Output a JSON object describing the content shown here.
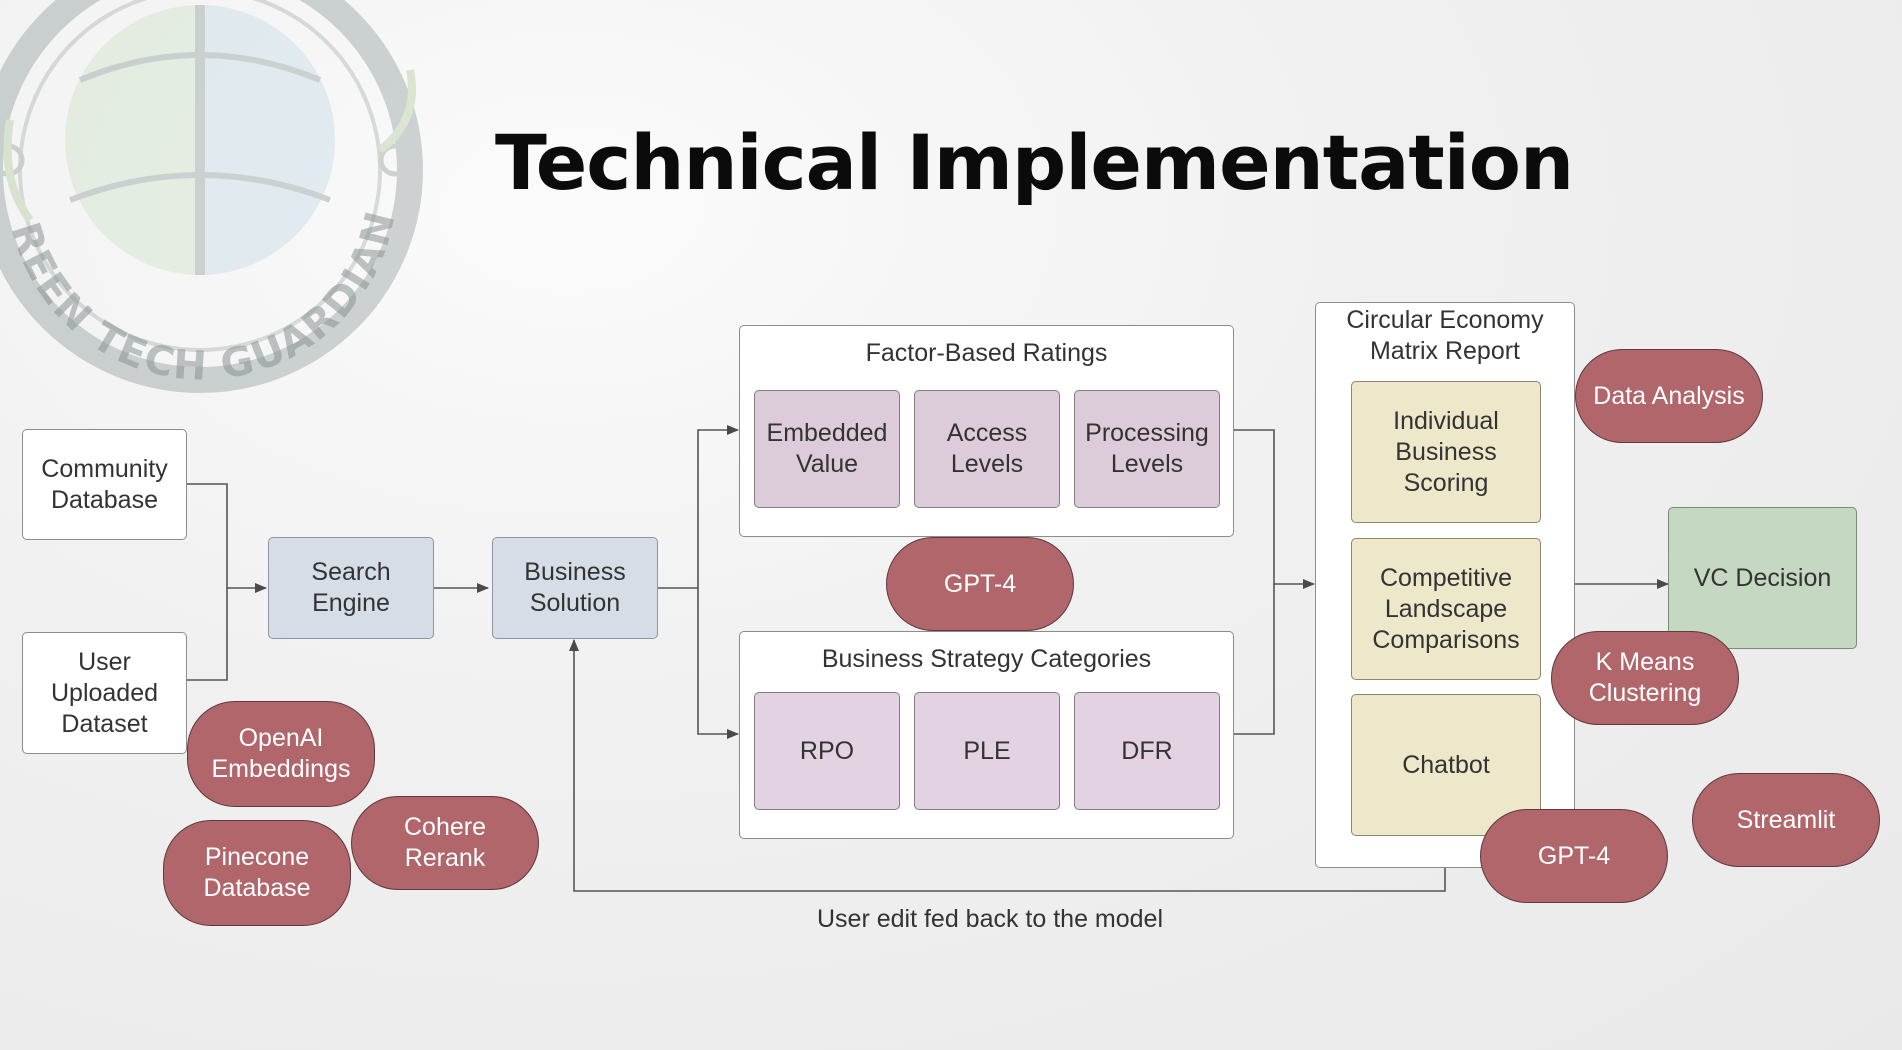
{
  "title": "Technical Implementation",
  "logo": {
    "text": "GREEN TECH GUARDIANS",
    "icon": "globe-leaf-emblem-icon"
  },
  "nodes": {
    "community_db": "Community\nDatabase",
    "user_dataset": "User\nUploaded\nDataset",
    "search_engine": "Search\nEngine",
    "business_solution": "Business\nSolution",
    "vc_decision": "VC Decision"
  },
  "factor_ratings": {
    "title": "Factor-Based Ratings",
    "items": [
      "Embedded\nValue",
      "Access\nLevels",
      "Processing\nLevels"
    ]
  },
  "strategy_categories": {
    "title": "Business Strategy Categories",
    "items": [
      "RPO",
      "PLE",
      "DFR"
    ]
  },
  "matrix_report": {
    "title": "Circular Economy\nMatrix Report",
    "items": [
      "Individual\nBusiness\nScoring",
      "Competitive\nLandscape\nComparisons",
      "Chatbot"
    ]
  },
  "tools": {
    "openai": "OpenAI\nEmbeddings",
    "pinecone": "Pinecone\nDatabase",
    "cohere": "Cohere\nRerank",
    "gpt4_middle": "GPT-4",
    "gpt4_bottom": "GPT-4",
    "data_analysis": "Data Analysis",
    "kmeans": "K Means\nClustering",
    "streamlit": "Streamlit"
  },
  "feedback_caption": "User edit fed back to the model",
  "colors": {
    "pill": "#b0666a",
    "mauve": "#dccbd8",
    "tan": "#ede8ca",
    "blue": "#d7dde7",
    "green": "#c5d8c1"
  }
}
